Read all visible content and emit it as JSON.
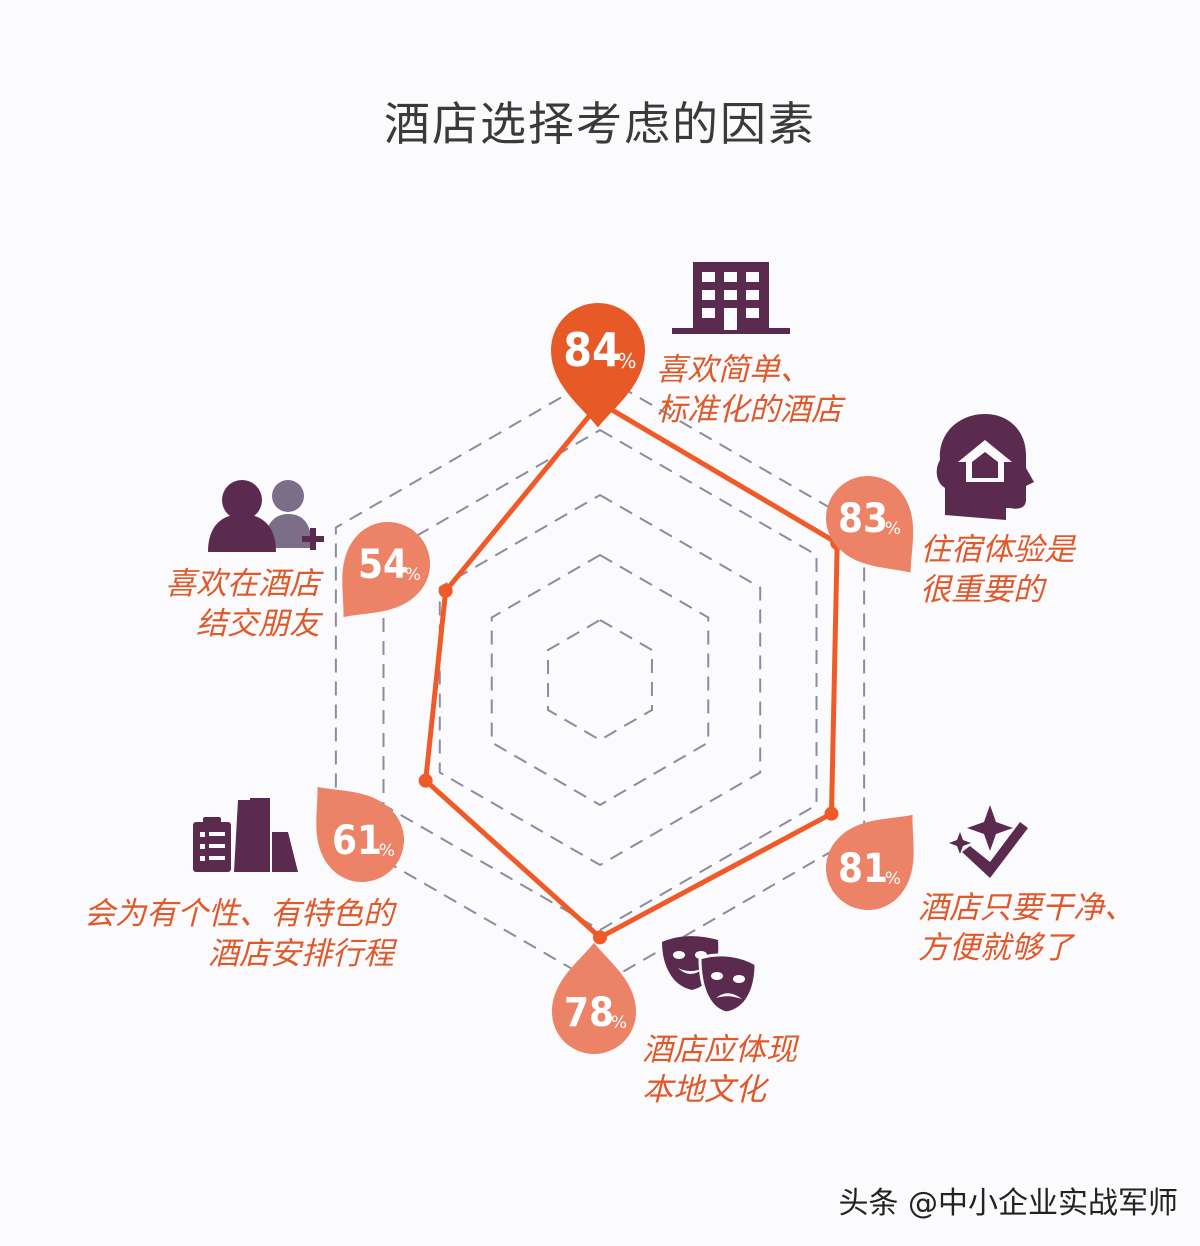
{
  "title": "酒店选择考虑的因素",
  "watermark": "头条 @中小企业实战军师",
  "colors": {
    "accent": "#ef5a28",
    "pin_light": "#ec8366",
    "pin_dark": "#e75a27",
    "icon": "#5b2a4f",
    "grid": "#8f8aa0"
  },
  "chart_data": {
    "type": "radar",
    "title": "酒店选择考虑的因素",
    "categories": [
      "喜欢简单、标准化的酒店",
      "住宿体验是很重要的",
      "酒店只要干净、方便就够了",
      "酒店应体现本地文化",
      "会为有个性、有特色的酒店安排行程",
      "喜欢在酒店结交朋友"
    ],
    "values": [
      84,
      83,
      81,
      78,
      61,
      54
    ],
    "value_labels": [
      "84",
      "83",
      "81",
      "78",
      "61",
      "54"
    ],
    "unit": "%",
    "grid": true
  },
  "labels": [
    "喜欢简单、\n标准化的酒店",
    "住宿体验是\n很重要的",
    "酒店只要干净、\n方便就够了",
    "酒店应体现\n本地文化",
    "会为有个性、有特色的\n酒店安排行程",
    "喜欢在酒店\n结交朋友"
  ],
  "icons": [
    "building-icon",
    "head-house-icon",
    "sparkle-check-icon",
    "theater-masks-icon",
    "city-clipboard-icon",
    "add-friend-icon"
  ]
}
